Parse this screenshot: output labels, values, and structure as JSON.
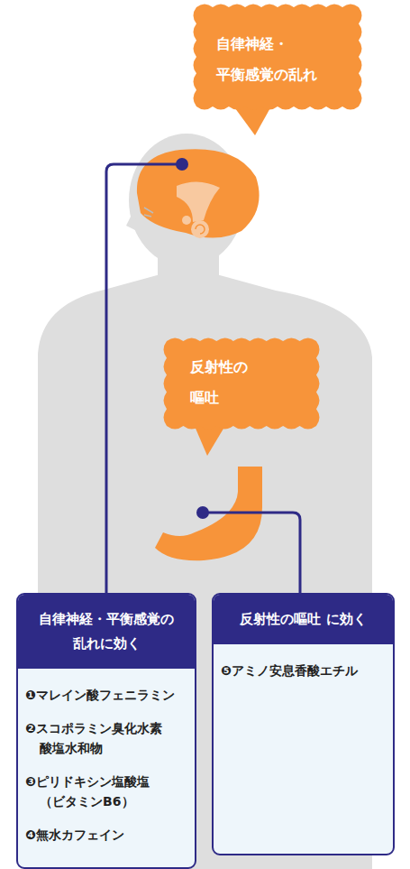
{
  "diagram": {
    "nodes": [
      {
        "text": [
          "自律神経・ 平衡感覚の乱れ"
        ]
      },
      {
        "text": [
          "反射性の 嘔吐"
        ]
      },
      {
        "text": [
          "自律神経・平衡感覚の 乱れに効く",
          "❶マレイン酸フェニラミン",
          "❷スコポラミン臭化水素 酸塩水和物",
          "❸ピリドキシン塩酸塩 （ビタミンB6）",
          "❹無水カフェイン"
        ]
      },
      {
        "text": [
          "反射性の嘔吐 に効く",
          "❺アミノ安息香酸エチル"
        ]
      }
    ]
  }
}
